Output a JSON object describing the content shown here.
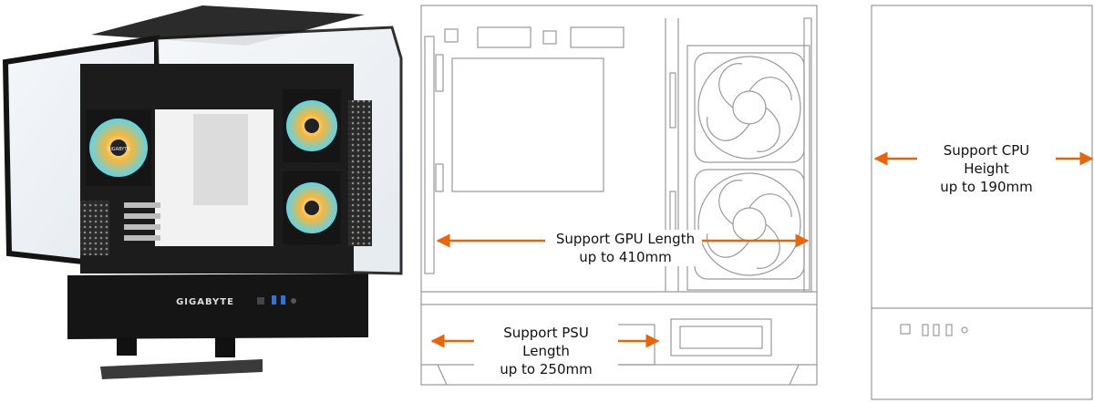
{
  "callouts": {
    "gpu": {
      "line1": "Support GPU Length",
      "line2": "up to 410mm"
    },
    "psu": {
      "line1": "Support PSU Length",
      "line2": "up to 250mm"
    },
    "cpu": {
      "line1": "Support CPU Height",
      "line2": "up to 190mm"
    }
  },
  "brand_logo": "GIGABYTE",
  "fan_badge": "GIGABYTE",
  "colors": {
    "arrow": "#e8650e",
    "outline": "#9a9a9a",
    "case_black": "#141414",
    "glass": "#eef3f7",
    "fan_warm": "#f4b740",
    "fan_cool": "#5fd3e8"
  }
}
